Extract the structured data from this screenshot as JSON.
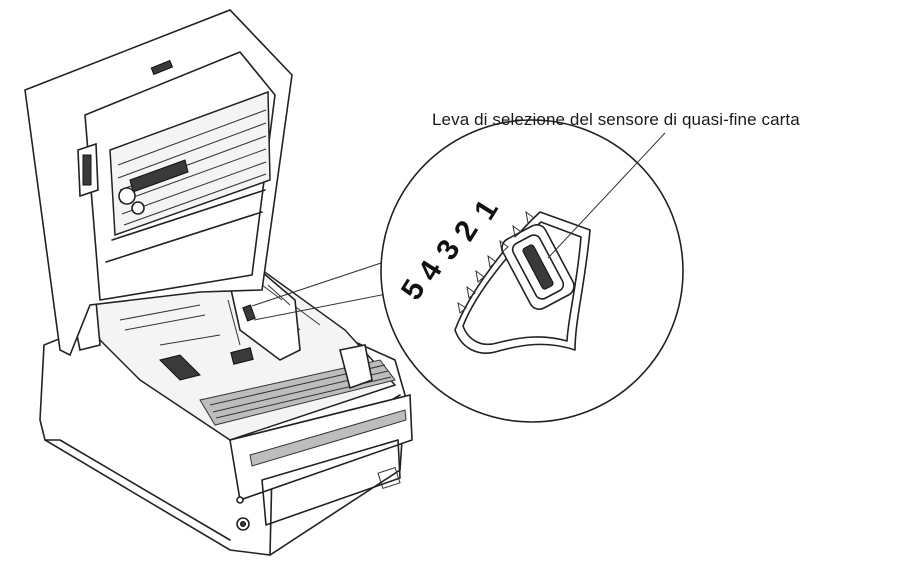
{
  "callout": {
    "label": "Leva di selezione del sensore di quasi-fine carta"
  },
  "scale": {
    "positions": [
      "5",
      "4",
      "3",
      "2",
      "1"
    ]
  },
  "icons": {
    "printer": "printer-illustration",
    "magnifier": "zoom-circle",
    "lever": "selector-lever-icon",
    "marker": "triangle-marker-icon"
  }
}
